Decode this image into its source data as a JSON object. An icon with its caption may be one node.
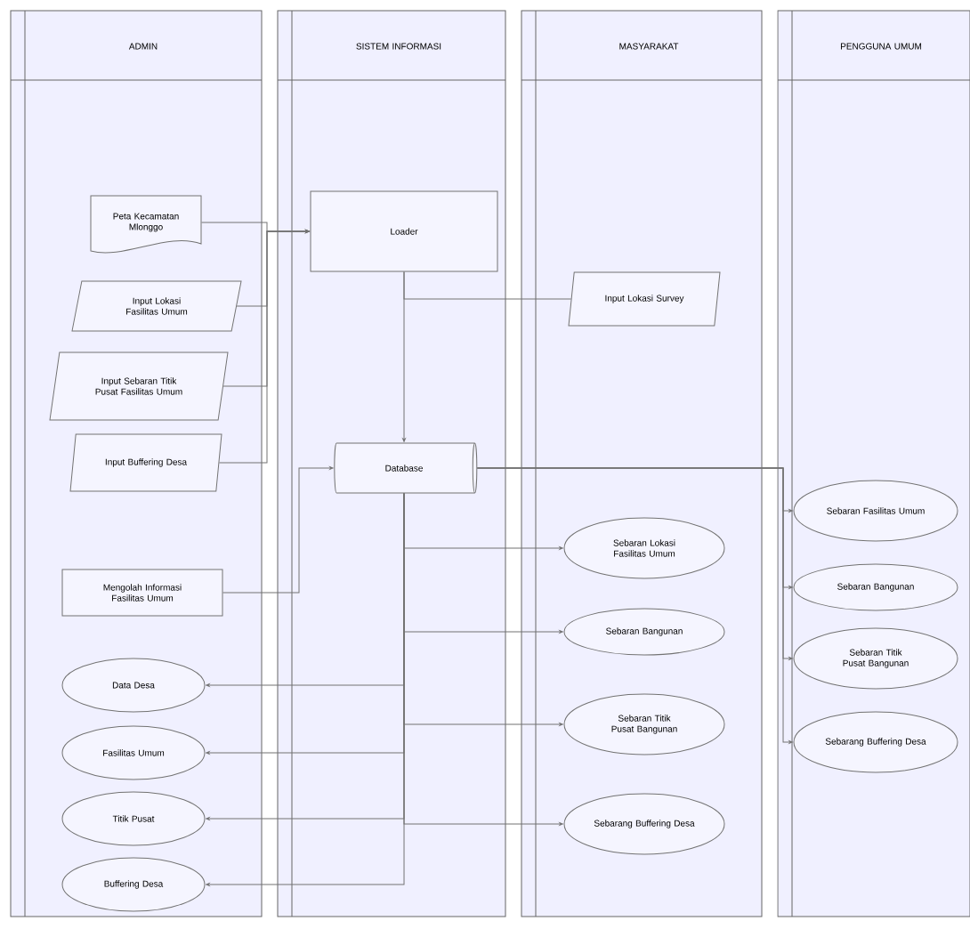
{
  "diagram": {
    "nodes": [
      {
        "text": [
          "ADMIN"
        ]
      },
      {
        "text": [
          "SISTEM INFORMASI"
        ]
      },
      {
        "text": [
          "MASYARAKAT"
        ]
      },
      {
        "text": [
          "PENGGUNA UMUM"
        ]
      },
      {
        "text": [
          "Peta Kecamatan Mlonggo"
        ],
        "in": 0
      },
      {
        "text": [
          "Input Lokasi Fasilitas Umum"
        ],
        "in": 0
      },
      {
        "text": [
          "Input Sebaran Titik Pusat Fasilitas Umum"
        ],
        "in": 0
      },
      {
        "text": [
          "Input Buffering Desa"
        ],
        "in": 0
      },
      {
        "text": [
          "Mengolah Informasi Fasilitas Umum"
        ],
        "in": 0
      },
      {
        "text": [
          "Data Desa"
        ],
        "in": 0
      },
      {
        "text": [
          "Fasilitas Umum"
        ],
        "in": 0
      },
      {
        "text": [
          "Titik Pusat"
        ],
        "in": 0
      },
      {
        "text": [
          "Buffering Desa"
        ],
        "in": 0
      },
      {
        "text": [
          "Loader"
        ],
        "in": 1
      },
      {
        "text": [
          "Database"
        ],
        "in": 1
      },
      {
        "text": [
          "Input Lokasi Survey"
        ],
        "in": 2
      },
      {
        "text": [
          "Sebaran Lokasi Fasilitas Umum"
        ],
        "in": 2
      },
      {
        "text": [
          "Sebaran Bangunan"
        ],
        "in": 2
      },
      {
        "text": [
          "Sebaran Titik Pusat Bangunan"
        ],
        "in": 2
      },
      {
        "text": [
          "Sebarang Buffering Desa"
        ],
        "in": 2
      },
      {
        "text": [
          "Sebaran Fasilitas Umum"
        ],
        "in": 3
      },
      {
        "text": [
          "Sebaran Bangunan"
        ],
        "in": 3
      },
      {
        "text": [
          "Sebaran Titik Pusat Bangunan"
        ],
        "in": 3
      },
      {
        "text": [
          "Sebarang Buffering Desa"
        ],
        "in": 3
      }
    ],
    "edges": [
      {
        "from": 4,
        "to": 13,
        "arrow": "to"
      },
      {
        "from": 5,
        "to": 13,
        "arrow": "to"
      },
      {
        "from": 6,
        "to": 13,
        "arrow": "to"
      },
      {
        "from": 7,
        "to": 13,
        "arrow": "to"
      },
      {
        "from": 13,
        "to": 14,
        "arrow": "to"
      },
      {
        "from": 8,
        "to": 14,
        "arrow": "to"
      },
      {
        "from": 13,
        "to": 15,
        "arrow": "none"
      },
      {
        "from": 14,
        "to": 9,
        "arrow": "to"
      },
      {
        "from": 14,
        "to": 10,
        "arrow": "to"
      },
      {
        "from": 14,
        "to": 11,
        "arrow": "to"
      },
      {
        "from": 14,
        "to": 12,
        "arrow": "to"
      },
      {
        "from": 14,
        "to": 16,
        "arrow": "to"
      },
      {
        "from": 14,
        "to": 17,
        "arrow": "to"
      },
      {
        "from": 14,
        "to": 18,
        "arrow": "to"
      },
      {
        "from": 14,
        "to": 19,
        "arrow": "to"
      },
      {
        "from": 14,
        "to": 20,
        "arrow": "to"
      },
      {
        "from": 14,
        "to": 21,
        "arrow": "to"
      },
      {
        "from": 14,
        "to": 22,
        "arrow": "to"
      },
      {
        "from": 14,
        "to": 23,
        "arrow": "to"
      }
    ]
  }
}
